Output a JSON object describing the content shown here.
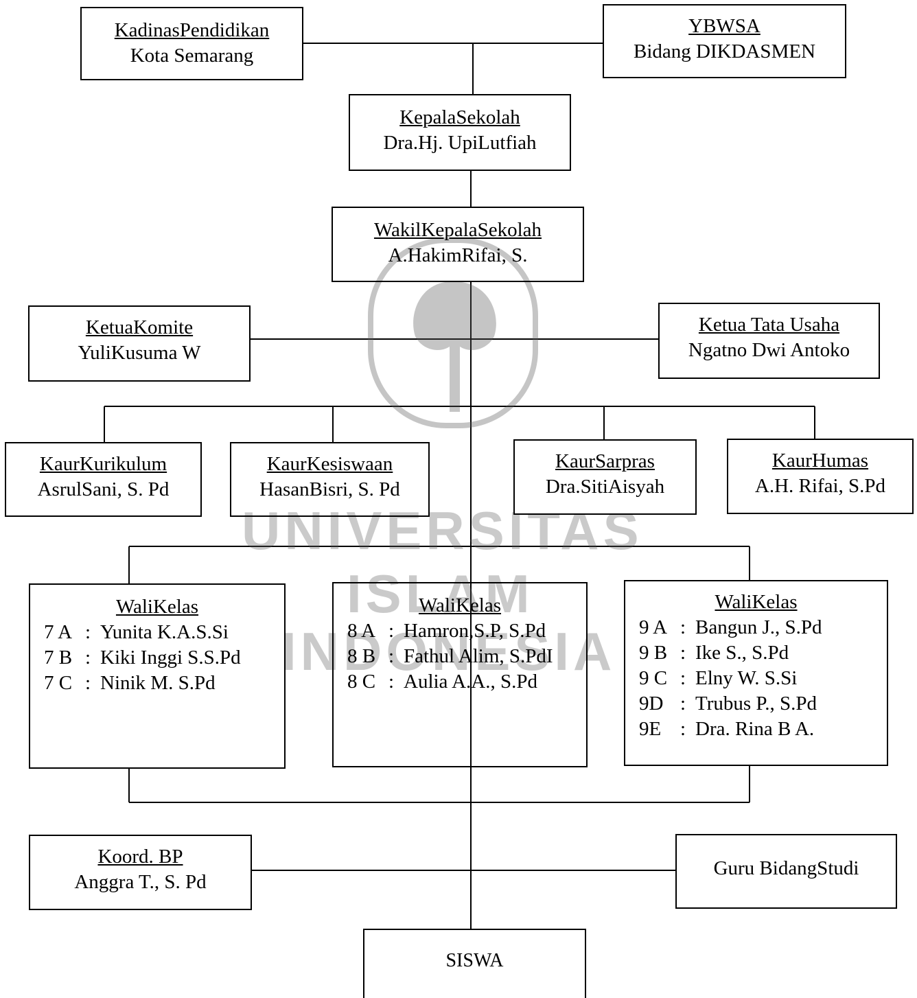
{
  "boxes": {
    "kadinas": {
      "title": "KadinasPendidikan",
      "name": "Kota Semarang"
    },
    "ybwsa": {
      "title": "YBWSA",
      "name": "Bidang DIKDASMEN"
    },
    "kepsek": {
      "title": "KepalaSekolah",
      "name": "Dra.Hj. UpiLutfiah"
    },
    "wakasek": {
      "title": "WakilKepalaSekolah",
      "name": "A.HakimRifai, S."
    },
    "komite": {
      "title": "KetuaKomite",
      "name": "YuliKusuma W"
    },
    "tatausaha": {
      "title": "Ketua Tata Usaha",
      "name": "Ngatno Dwi Antoko"
    },
    "kurikulum": {
      "title": "KaurKurikulum",
      "name": "AsrulSani, S. Pd"
    },
    "kesiswaan": {
      "title": "KaurKesiswaan",
      "name": "HasanBisri, S. Pd"
    },
    "sarpras": {
      "title": "KaurSarpras",
      "name": "Dra.SitiAisyah"
    },
    "humas": {
      "title": "KaurHumas",
      "name": "A.H. Rifai, S.Pd"
    },
    "bp": {
      "title": "Koord. BP",
      "name": "Anggra T., S. Pd"
    },
    "guru": {
      "name": "Guru BidangStudi"
    },
    "siswa": {
      "name": "SISWA"
    }
  },
  "wali": [
    {
      "title": "WaliKelas",
      "rows": [
        {
          "cls": "7 A",
          "sep": ":",
          "name": "Yunita K.A.S.Si"
        },
        {
          "cls": "7 B",
          "sep": ":",
          "name": "Kiki Inggi S.S.Pd"
        },
        {
          "cls": "7 C",
          "sep": ":",
          "name": "Ninik M. S.Pd"
        }
      ]
    },
    {
      "title": "WaliKelas",
      "rows": [
        {
          "cls": "8 A",
          "sep": ":",
          "name": "Hamron,S.P, S.Pd"
        },
        {
          "cls": "8 B",
          "sep": ":",
          "name": "Fathul Alim, S.PdI"
        },
        {
          "cls": "8 C",
          "sep": ":",
          "name": "Aulia A.A., S.Pd"
        }
      ]
    },
    {
      "title": "WaliKelas",
      "rows": [
        {
          "cls": "9 A",
          "sep": ":",
          "name": "Bangun J., S.Pd"
        },
        {
          "cls": "9 B",
          "sep": ":",
          "name": "Ike S., S.Pd"
        },
        {
          "cls": "9 C",
          "sep": ":",
          "name": "Elny W. S.Si"
        },
        {
          "cls": "9D",
          "sep": ":",
          "name": "Trubus P., S.Pd"
        },
        {
          "cls": "9E",
          "sep": ":",
          "name": "Dra. Rina B A."
        }
      ]
    }
  ],
  "watermark": {
    "line1": "UNIVERSITAS",
    "line2": "ISLAM",
    "line3": "INDONESIA",
    "color": "#5a5a5a"
  }
}
